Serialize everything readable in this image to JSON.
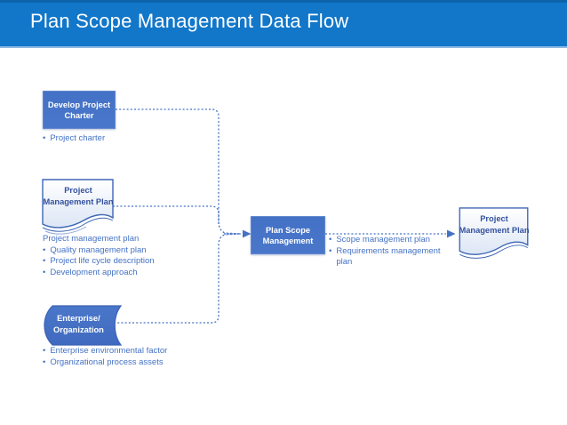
{
  "header": {
    "title": "Plan Scope Management Data Flow"
  },
  "colors": {
    "accent": "#4472C4",
    "header_bg": "#1277C9",
    "header_top_strip": "#0D63A9",
    "header_bottom_line": "#8AB9E2",
    "process_box_fill": "#4673C8",
    "process_box_text": "#FFFFFF",
    "document_fill_top": "#FFFFFF",
    "document_fill_bottom": "#DCE6F5",
    "document_border": "#3E66B5",
    "document_text": "#33519E",
    "bullet_text": "#4472C4"
  },
  "diagram": {
    "develop_charter_box": {
      "label": "Develop Project Charter"
    },
    "charter_outputs": {
      "items": [
        "Project charter"
      ]
    },
    "pmp_document": {
      "label": "Project Management Plan"
    },
    "pmp_outputs": {
      "heading": "Project management plan",
      "items": [
        "Quality management plan",
        "Project life cycle description",
        "Development approach"
      ]
    },
    "enterprise_shape": {
      "lines": [
        "Enterprise/",
        "Organization"
      ]
    },
    "enterprise_outputs": {
      "items": [
        "Enterprise environmental factor",
        "Organizational process assets"
      ]
    },
    "plan_scope_box": {
      "label": "Plan Scope Management"
    },
    "plan_scope_outputs": {
      "items": [
        "Scope management plan",
        "Requirements management plan"
      ]
    },
    "pmp_document_right": {
      "label": "Project Management Plan"
    }
  }
}
